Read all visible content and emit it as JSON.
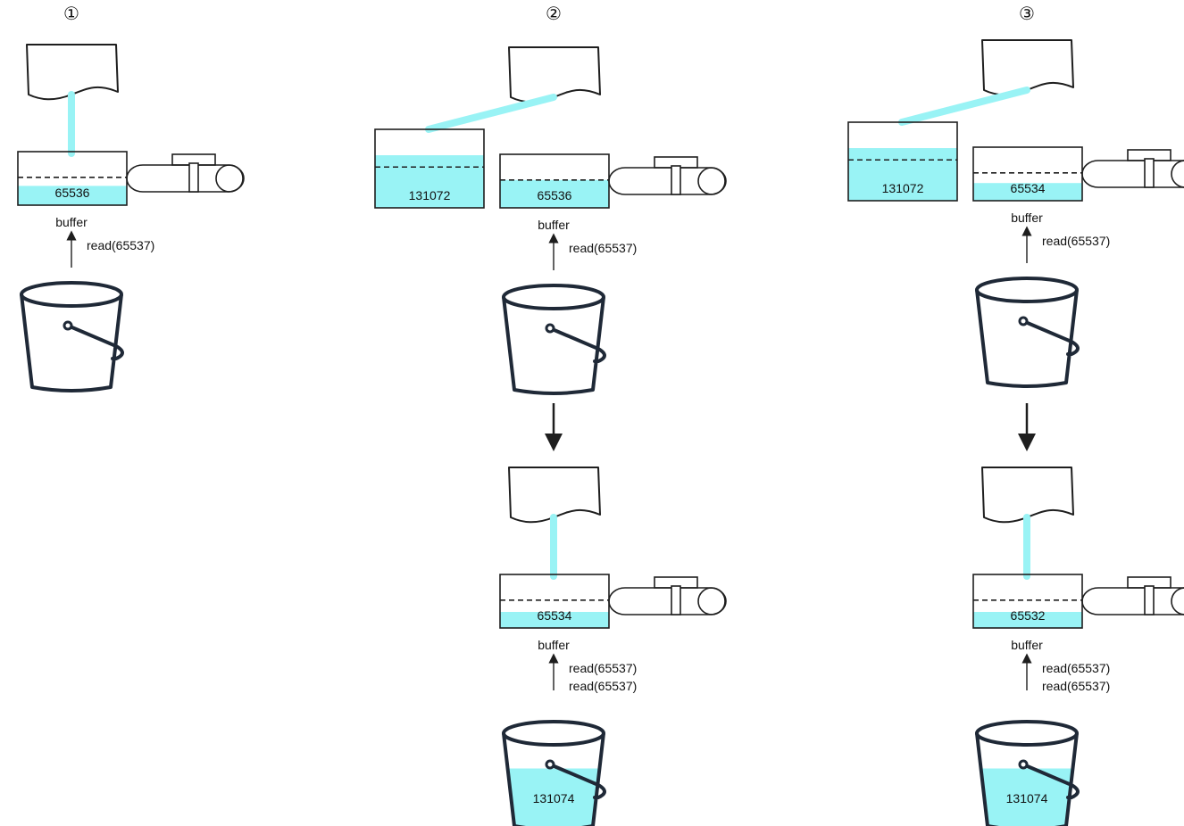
{
  "colors": {
    "water": "#99f3f5",
    "stroke": "#1e1e1e",
    "bucket": "#1f2937",
    "background": "#ffffff"
  },
  "steps": [
    {
      "number": "①",
      "top": {
        "overflow_value": null,
        "buffer_value": "65536",
        "buffer_fill": 0.36,
        "label": "buffer",
        "reads": [
          "read(65537)"
        ],
        "bucket_value": null,
        "bucket_fill": 0
      },
      "bottom": null
    },
    {
      "number": "②",
      "top": {
        "overflow_value": "131072",
        "overflow_fill": 0.67,
        "buffer_value": "65536",
        "buffer_fill": 0.52,
        "label": "buffer",
        "reads": [
          "read(65537)"
        ],
        "bucket_value": null,
        "bucket_fill": 0
      },
      "bottom": {
        "overflow_value": null,
        "buffer_value": "65534",
        "buffer_fill": 0.3,
        "label": "buffer",
        "reads": [
          "read(65537)",
          "read(65537)"
        ],
        "bucket_value": "131074",
        "bucket_fill": 0.62
      }
    },
    {
      "number": "③",
      "top": {
        "overflow_value": "131072",
        "overflow_fill": 0.67,
        "buffer_value": "65534",
        "buffer_fill": 0.33,
        "label": "buffer",
        "reads": [
          "read(65537)"
        ],
        "bucket_value": null,
        "bucket_fill": 0
      },
      "bottom": {
        "overflow_value": null,
        "buffer_value": "65532",
        "buffer_fill": 0.3,
        "label": "buffer",
        "reads": [
          "read(65537)",
          "read(65537)"
        ],
        "bucket_value": "131074",
        "bucket_fill": 0.62
      }
    }
  ]
}
